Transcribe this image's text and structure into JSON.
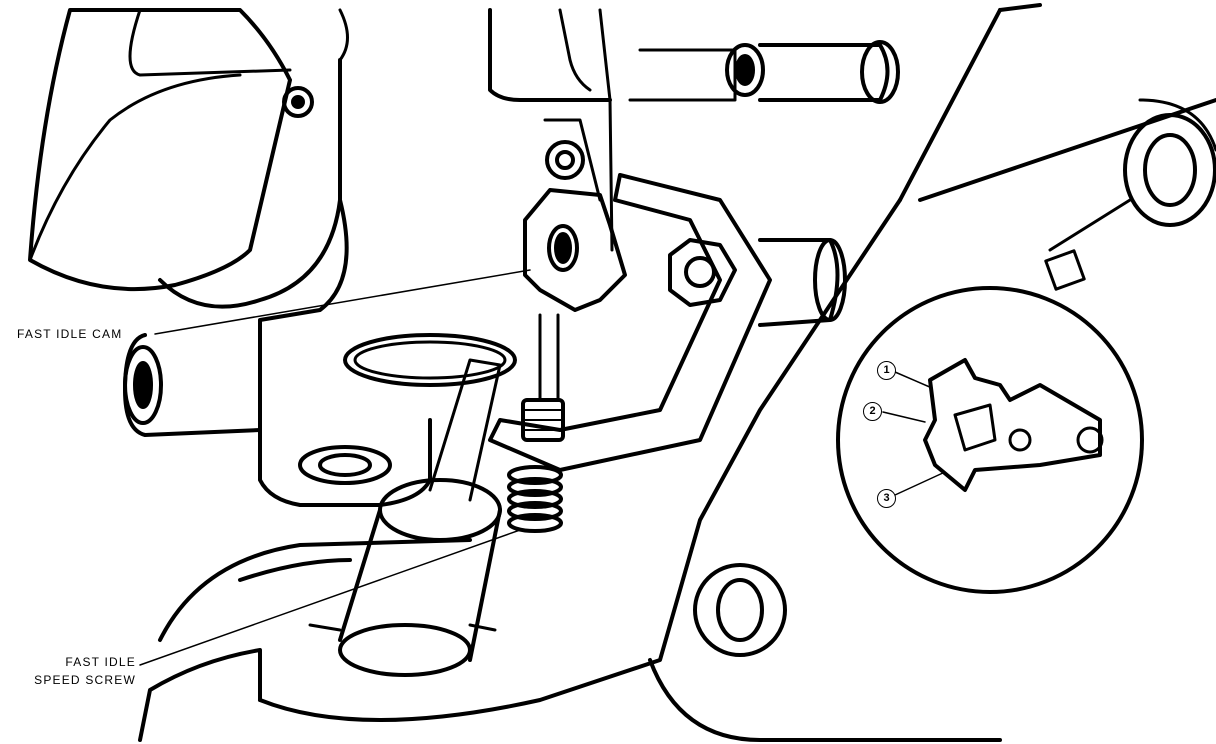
{
  "labels": {
    "fast_idle_cam": "FAST IDLE CAM",
    "fast_idle_speed_screw_line1": "FAST IDLE",
    "fast_idle_speed_screw_line2": "SPEED SCREW"
  },
  "inset_callouts": [
    "1",
    "2",
    "3"
  ],
  "colors": {
    "ink": "#000000",
    "paper": "#ffffff"
  }
}
